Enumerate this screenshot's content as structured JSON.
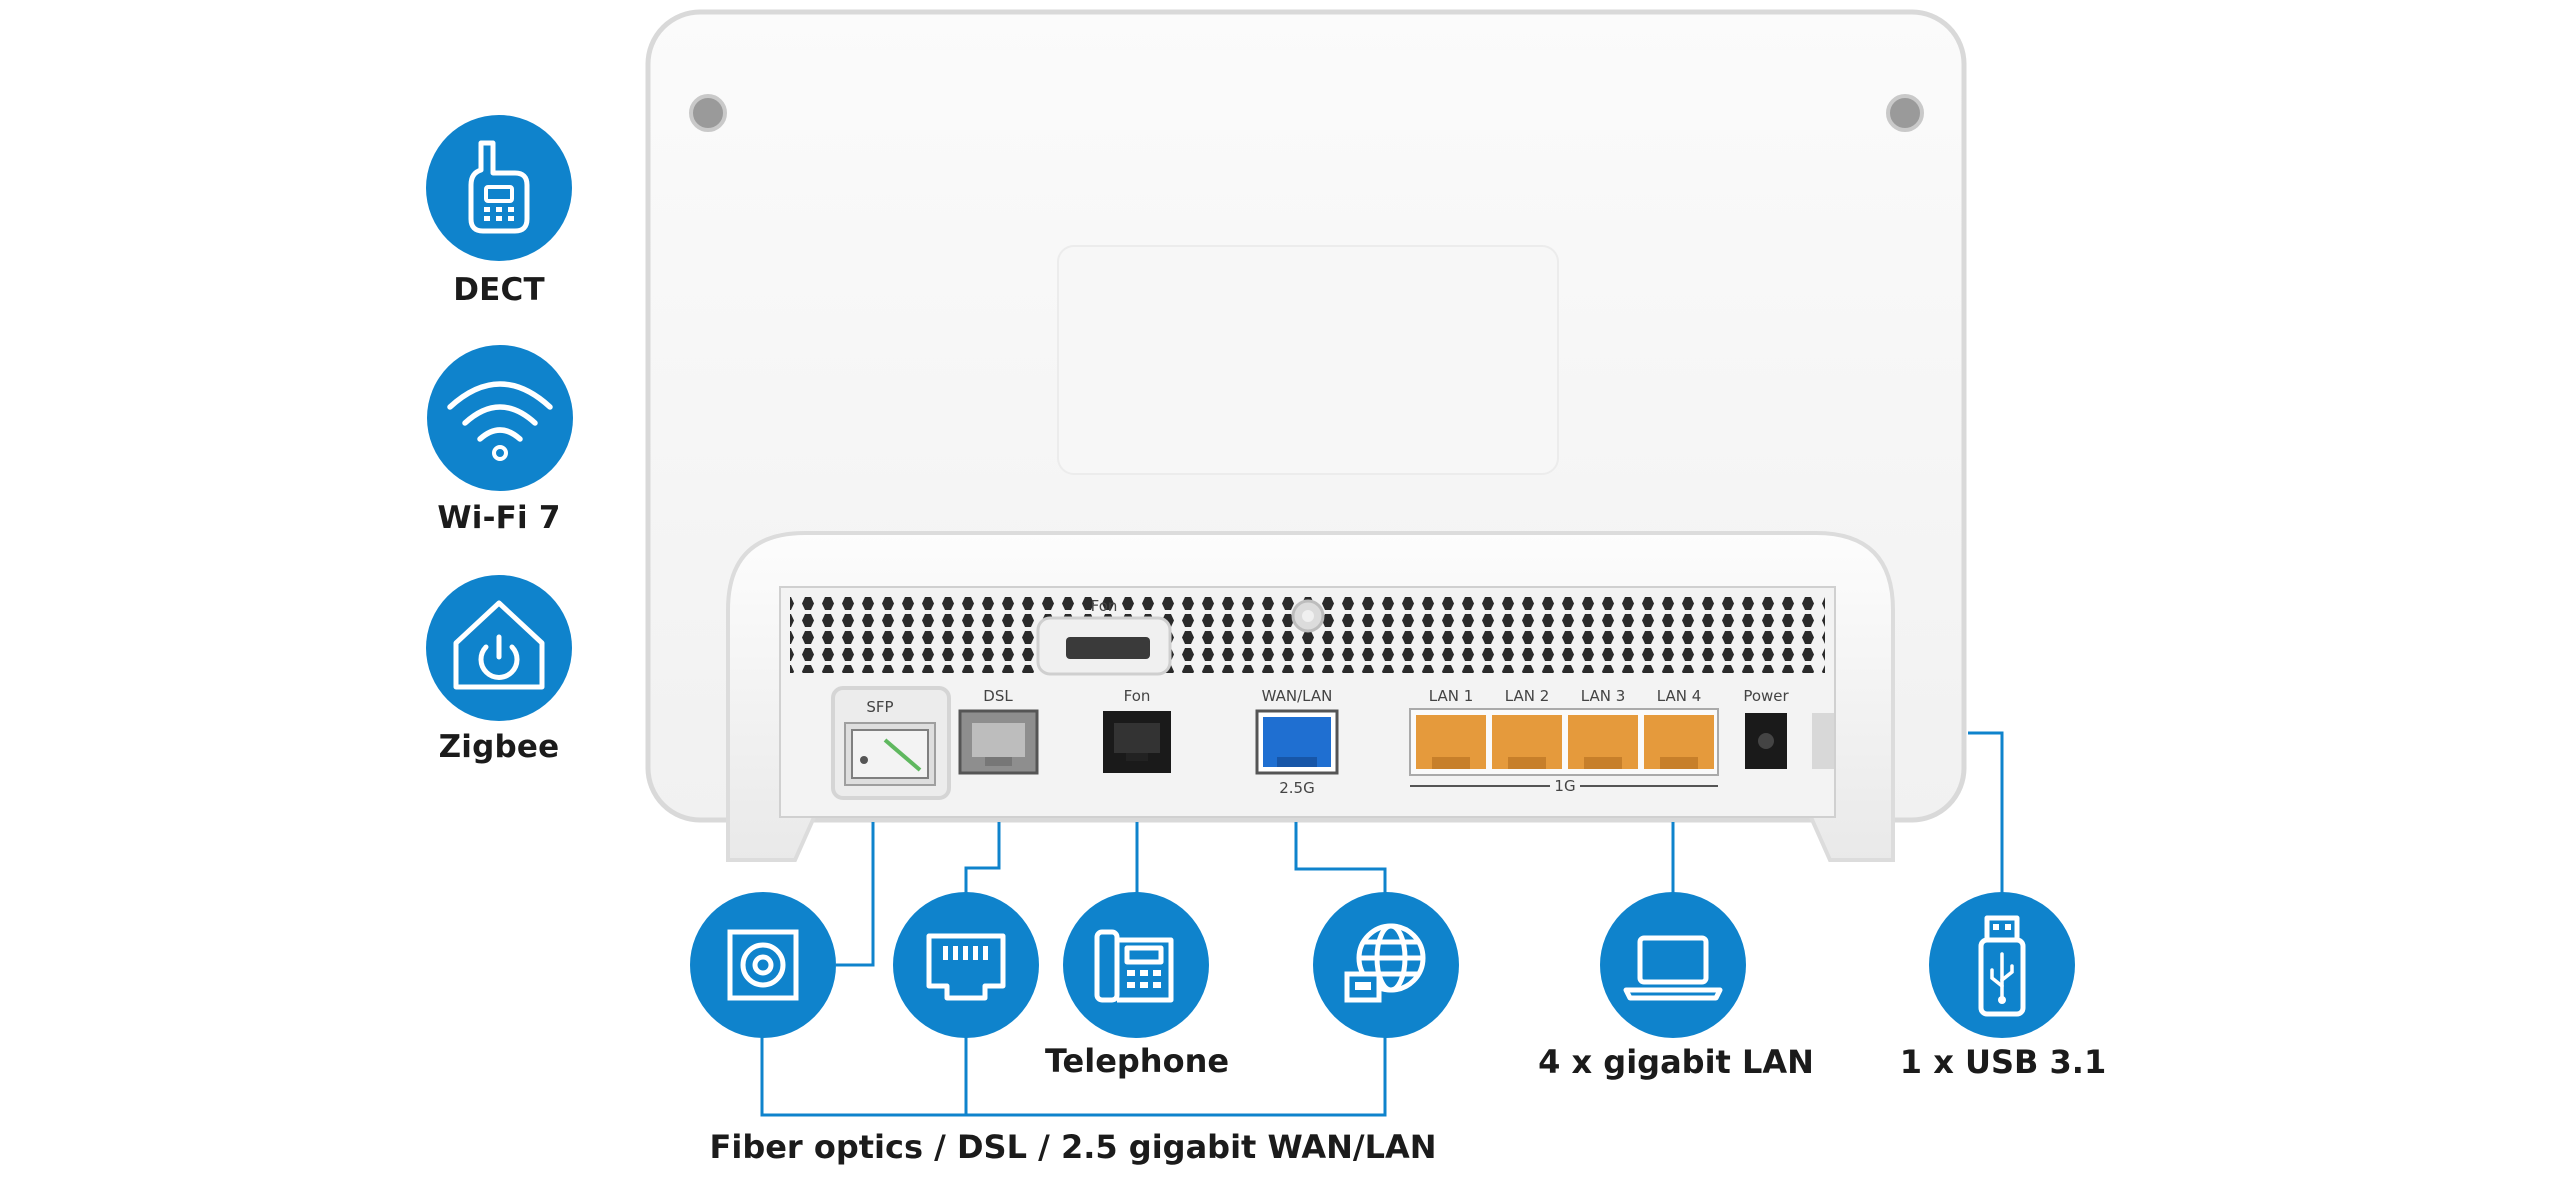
{
  "features": [
    {
      "label": "DECT",
      "icon": "dect-phone-icon"
    },
    {
      "label": "Wi-Fi 7",
      "icon": "wifi-icon"
    },
    {
      "label": "Zigbee",
      "icon": "smart-home-icon"
    }
  ],
  "ports": {
    "sfp": "SFP",
    "dsl": "DSL",
    "fon_top": "Fon",
    "fon": "Fon",
    "wan": "WAN/LAN",
    "wan_speed": "2.5G",
    "lan1": "LAN 1",
    "lan2": "LAN 2",
    "lan3": "LAN 3",
    "lan4": "LAN 4",
    "lan_speed": "1G",
    "power": "Power"
  },
  "captions": {
    "telephone": "Telephone",
    "lan": "4 x gigabit LAN",
    "usb": "1 x USB 3.1",
    "wan": "Fiber optics / DSL / 2.5 gigabit WAN/LAN"
  },
  "colors": {
    "accent_blue": "#0f83cc",
    "lan_port": "#e59a3c",
    "wan_port": "#1f6fd1",
    "dsl_port": "#8e8e8e",
    "fon_port": "#1a1a1a"
  }
}
